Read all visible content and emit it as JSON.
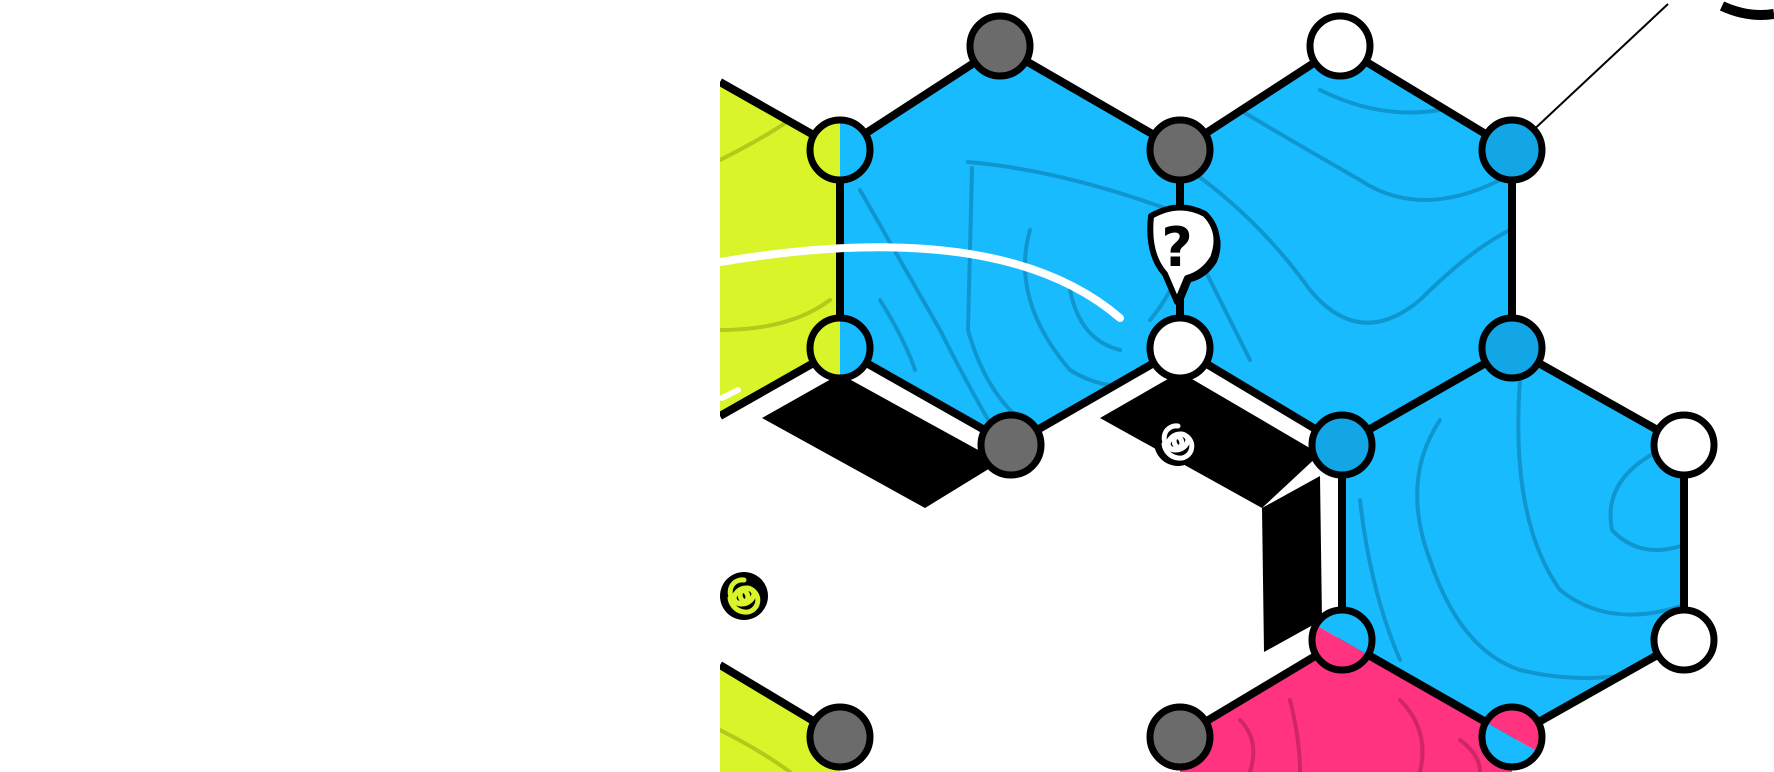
{
  "board": {
    "colors": {
      "blue": "#19BBFF",
      "blue_contour": "#0E8FC7",
      "lime": "#D9F52A",
      "lime_contour": "#A9C21A",
      "pink": "#FF3380",
      "pink_contour": "#C8245F",
      "shadow": "#000000",
      "node_gray": "#6B6B6B",
      "node_white": "#FFFFFF",
      "node_blue": "#12A6E6"
    },
    "tiles": [
      {
        "name": "tile-lime-upper-left",
        "terrain": "lime"
      },
      {
        "name": "tile-lime-lower-left",
        "terrain": "lime"
      },
      {
        "name": "tile-blue-top-left",
        "terrain": "blue"
      },
      {
        "name": "tile-blue-top-right",
        "terrain": "blue"
      },
      {
        "name": "tile-blue-right",
        "terrain": "blue"
      },
      {
        "name": "tile-pink-bottom",
        "terrain": "pink"
      }
    ],
    "nodes": [
      {
        "name": "node-top-1",
        "fill": "gray"
      },
      {
        "name": "node-top-2",
        "fill": "white"
      },
      {
        "name": "node-upper-split",
        "fill": "lime-blue"
      },
      {
        "name": "node-upper-center",
        "fill": "gray"
      },
      {
        "name": "node-upper-right",
        "fill": "blue"
      },
      {
        "name": "node-mid-split",
        "fill": "lime-blue"
      },
      {
        "name": "node-mid-center",
        "fill": "white"
      },
      {
        "name": "node-mid-right",
        "fill": "blue"
      },
      {
        "name": "node-lower-left",
        "fill": "gray"
      },
      {
        "name": "node-lower-center",
        "fill": "blue"
      },
      {
        "name": "node-far-right-upper",
        "fill": "white"
      },
      {
        "name": "node-pink-blue-split",
        "fill": "pink-blue"
      },
      {
        "name": "node-far-right-lower",
        "fill": "white"
      },
      {
        "name": "node-bottom-left",
        "fill": "gray"
      },
      {
        "name": "node-bottom-center",
        "fill": "gray"
      },
      {
        "name": "node-bottom-split",
        "fill": "blue-pink"
      }
    ],
    "question_badge": {
      "glyph": "?",
      "icon": "question-mark-icon"
    },
    "spiral_tokens": [
      {
        "name": "spiral-token-white",
        "icon": "spiral-icon",
        "color": "#FFFFFF"
      },
      {
        "name": "spiral-token-lime",
        "icon": "spiral-icon",
        "color": "#D9F52A"
      }
    ]
  }
}
